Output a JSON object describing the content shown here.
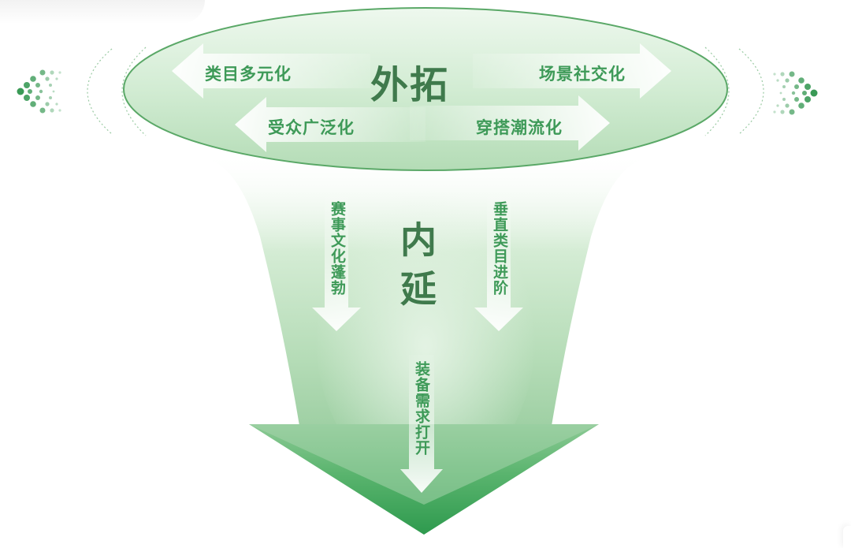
{
  "diagram": {
    "top_section": {
      "title": "外拓",
      "arrows": [
        {
          "label": "类目多元化",
          "direction": "left"
        },
        {
          "label": "场景社交化",
          "direction": "right"
        },
        {
          "label": "受众广泛化",
          "direction": "left"
        },
        {
          "label": "穿搭潮流化",
          "direction": "right"
        }
      ]
    },
    "funnel_section": {
      "title": "内延",
      "arrows": [
        {
          "label": "赛事文化蓬勃",
          "direction": "down"
        },
        {
          "label": "垂直类目进阶",
          "direction": "down"
        },
        {
          "label": "装备需求打开",
          "direction": "down"
        }
      ]
    },
    "colors": {
      "title_text": "#3f7a4c",
      "label_text": "#3e9a58",
      "ellipse_fill": "#c6e6c8",
      "ellipse_stroke": "#4f9e5e",
      "arrow_tip": "#2f9a4f",
      "dots": "#3a9a56"
    }
  }
}
